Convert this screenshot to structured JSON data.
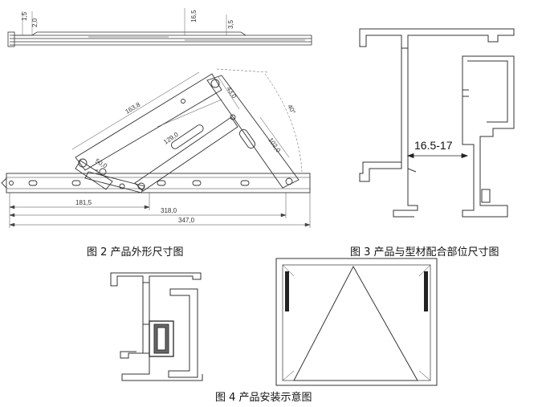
{
  "figure2": {
    "caption": "图 2 产品外形尺寸图",
    "top_view_dims": [
      "1,5",
      "2,0",
      "16,5",
      "3,5"
    ],
    "front_view_dims": {
      "link_long": "163,8",
      "link_short": "43,0",
      "slot": "129,0",
      "link_right": "102,0",
      "small": "50,0",
      "angle": "40°",
      "base_1": "181,5",
      "base_2": "318,0",
      "base_3": "347,0"
    }
  },
  "figure3": {
    "caption": "图 3 产品与型材配合部位尺寸图",
    "gap_label": "16.5-17"
  },
  "figure4": {
    "caption": "图 4 产品安装示意图"
  }
}
